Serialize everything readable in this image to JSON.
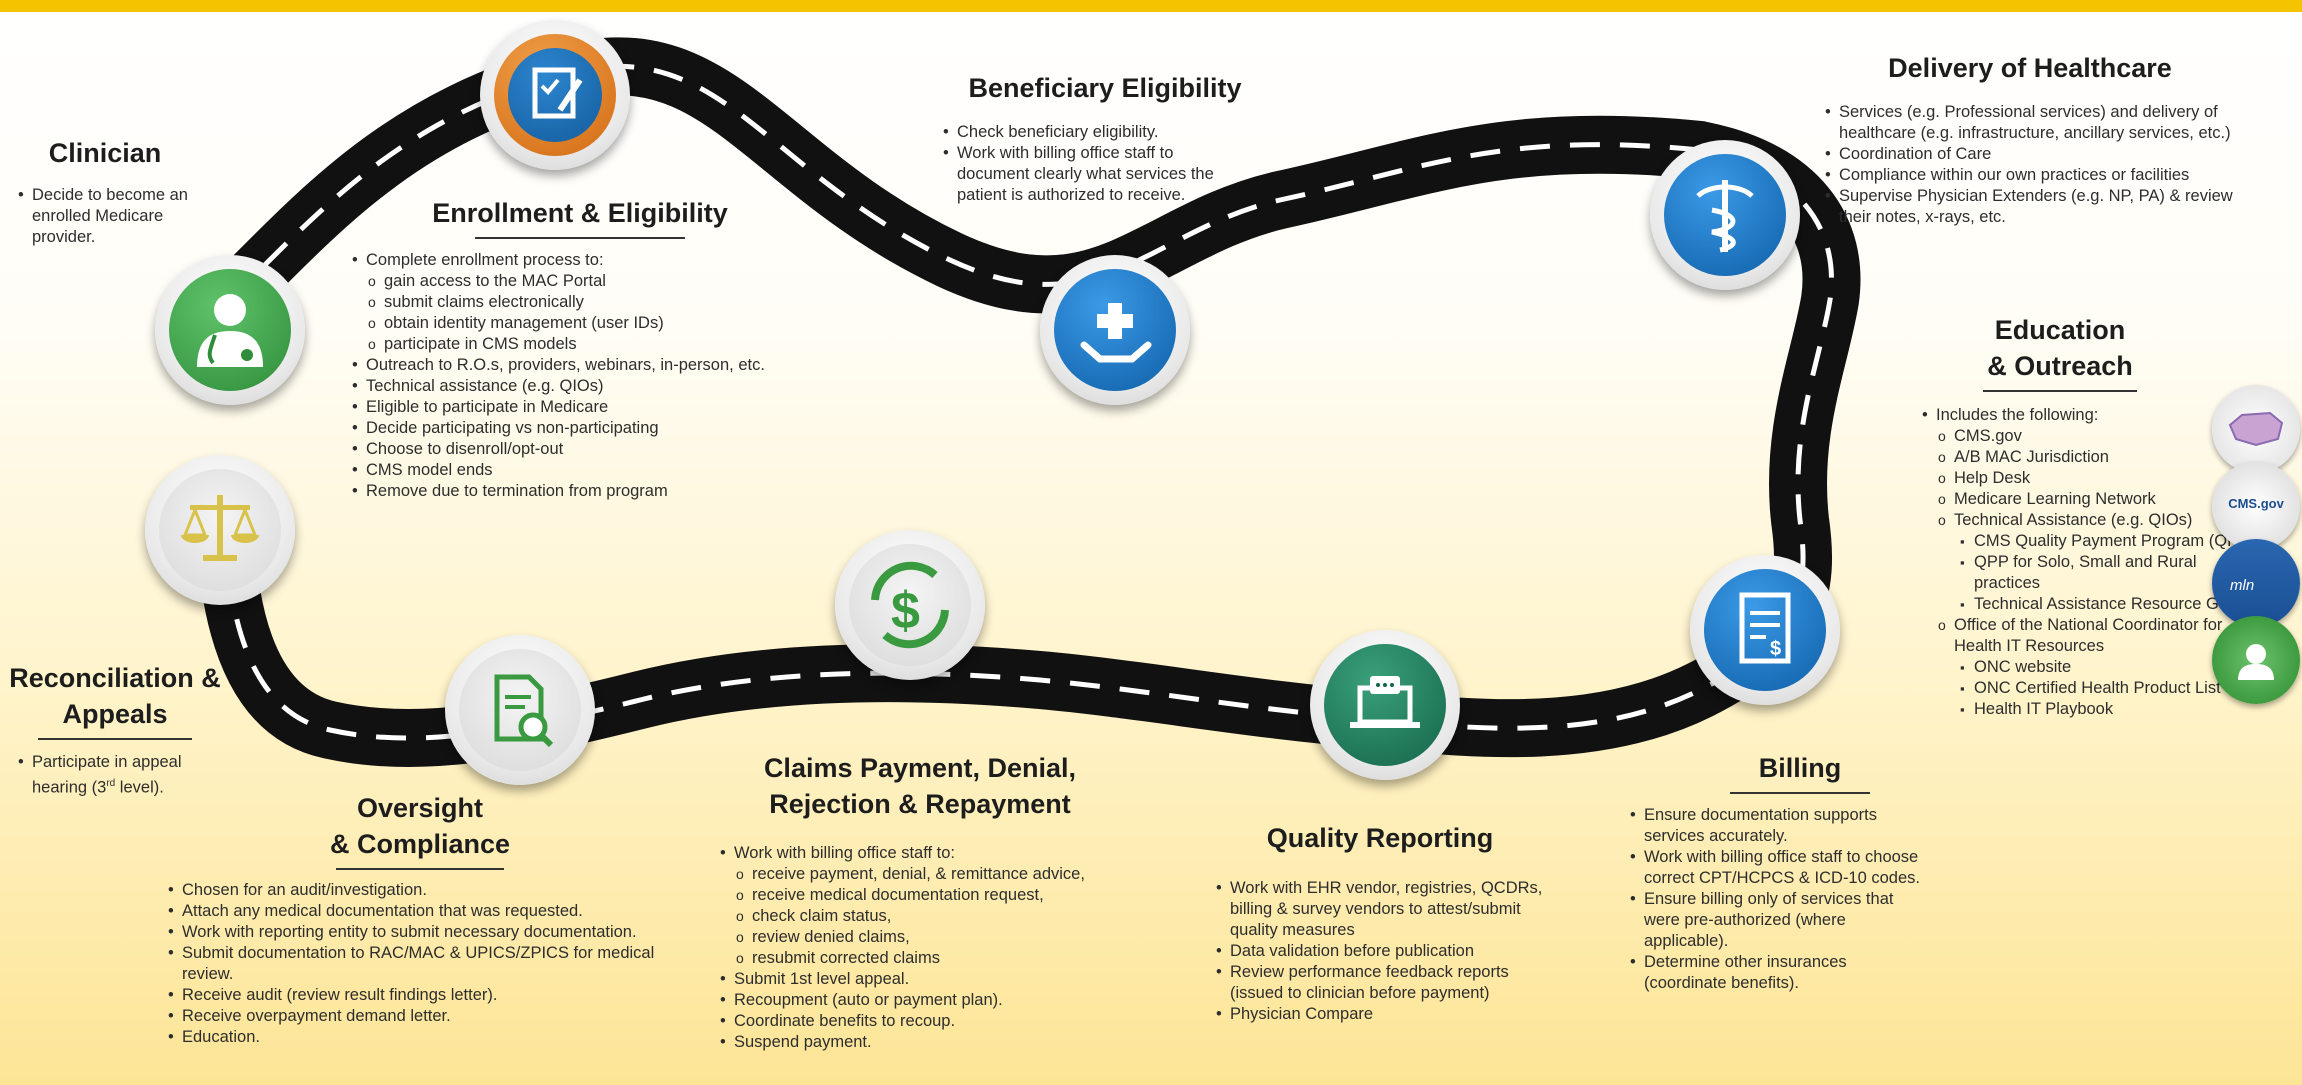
{
  "stages": {
    "clinician": {
      "title": "Clinician",
      "items": [
        "Decide to become an enrolled Medicare provider."
      ]
    },
    "enrollment": {
      "title": "Enrollment & Eligibility",
      "items": [
        {
          "text": "Complete enrollment process to:",
          "level": 0
        },
        {
          "text": "gain access to the MAC Portal",
          "level": 1
        },
        {
          "text": "submit claims electronically",
          "level": 1
        },
        {
          "text": "obtain identity management (user IDs)",
          "level": 1
        },
        {
          "text": "participate in CMS models",
          "level": 1
        },
        {
          "text": "Outreach to R.O.s, providers, webinars, in-person, etc.",
          "level": 0
        },
        {
          "text": "Technical assistance    (e.g. QIOs)",
          "level": 0
        },
        {
          "text": "Eligible to participate in Medicare",
          "level": 0
        },
        {
          "text": "Decide participating vs non-participating",
          "level": 0
        },
        {
          "text": "Choose to disenroll/opt-out",
          "level": 0
        },
        {
          "text": "CMS model ends",
          "level": 0
        },
        {
          "text": "Remove due to termination from program",
          "level": 0
        }
      ]
    },
    "beneficiary": {
      "title": "Beneficiary Eligibility",
      "items": [
        {
          "text": "Check beneficiary eligibility.",
          "level": 0
        },
        {
          "text": "Work with billing office staff to document clearly what services the patient is authorized to receive.",
          "level": 0
        }
      ]
    },
    "delivery": {
      "title": "Delivery of Healthcare",
      "items": [
        {
          "text": "Services (e.g. Professional services) and delivery of healthcare (e.g. infrastructure, ancillary services, etc.)",
          "level": 0
        },
        {
          "text": "Coordination of Care",
          "level": 0
        },
        {
          "text": "Compliance within our own practices or facilities",
          "level": 0
        },
        {
          "text": "Supervise Physician Extenders (e.g. NP, PA) & review their notes, x-rays, etc.",
          "level": 0
        }
      ]
    },
    "education": {
      "title_line1": "Education",
      "title_line2": "& Outreach",
      "items": [
        {
          "text": "Includes the following:",
          "level": 0
        },
        {
          "text": "CMS.gov",
          "level": 1
        },
        {
          "text": "A/B MAC Jurisdiction",
          "level": 1
        },
        {
          "text": "Help Desk",
          "level": 1
        },
        {
          "text": "Medicare Learning Network",
          "level": 1
        },
        {
          "text": "Technical Assistance (e.g. QIOs)",
          "level": 1
        },
        {
          "text": "CMS Quality Payment Program (QPP)",
          "level": 2
        },
        {
          "text": "QPP for Solo, Small and Rural practices",
          "level": 2
        },
        {
          "text": "Technical Assistance Resource Guide",
          "level": 2
        },
        {
          "text": "Office of the National Coordinator for Health IT Resources",
          "level": 1
        },
        {
          "text": "ONC website",
          "level": 2
        },
        {
          "text": "ONC Certified Health Product List",
          "level": 2
        },
        {
          "text": "Health IT Playbook",
          "level": 2
        }
      ],
      "logos": {
        "cms": "CMS.gov",
        "mln": "mln"
      }
    },
    "billing": {
      "title": "Billing",
      "items": [
        {
          "text": "Ensure documentation supports services accurately.",
          "level": 0
        },
        {
          "text": "Work with billing office staff to choose correct CPT/HCPCS & ICD-10 codes.",
          "level": 0
        },
        {
          "text": "Ensure billing only of services that were pre-authorized (where applicable).",
          "level": 0
        },
        {
          "text": "Determine other insurances (coordinate benefits).",
          "level": 0
        }
      ]
    },
    "quality": {
      "title": "Quality Reporting",
      "items": [
        {
          "text": "Work with EHR vendor, registries, QCDRs, billing & survey vendors to attest/submit quality measures",
          "level": 0
        },
        {
          "text": "Data validation before publication",
          "level": 0
        },
        {
          "text": "Review performance feedback reports (issued to clinician before payment)",
          "level": 0
        },
        {
          "text": "Physician Compare",
          "level": 0
        }
      ]
    },
    "claims": {
      "title_line1": "Claims Payment, Denial,",
      "title_line2": "Rejection & Repayment",
      "items": [
        {
          "text": "Work with billing office staff to:",
          "level": 0
        },
        {
          "text": "receive payment, denial, & remittance advice,",
          "level": 1
        },
        {
          "text": "receive medical documentation request,",
          "level": 1
        },
        {
          "text": "check claim status,",
          "level": 1
        },
        {
          "text": "review denied claims,",
          "level": 1
        },
        {
          "text": "resubmit corrected claims",
          "level": 1
        },
        {
          "text": "Submit 1st level appeal.",
          "level": 0
        },
        {
          "text": "Recoupment (auto or payment plan).",
          "level": 0
        },
        {
          "text": "Coordinate benefits to recoup.",
          "level": 0
        },
        {
          "text": "Suspend payment.",
          "level": 0
        }
      ]
    },
    "oversight": {
      "title_line1": "Oversight",
      "title_line2": "& Compliance",
      "items": [
        {
          "text": "Chosen for an audit/investigation.",
          "level": 0
        },
        {
          "text": "Attach any medical documentation that was requested.",
          "level": 0
        },
        {
          "text": "Work with reporting entity to submit necessary documentation.",
          "level": 0
        },
        {
          "text": "Submit documentation to RAC/MAC & UPICS/ZPICS for medical review.",
          "level": 0
        },
        {
          "text": "Receive audit (review result findings letter).",
          "level": 0
        },
        {
          "text": "Receive overpayment demand letter.",
          "level": 0
        },
        {
          "text": "Education.",
          "level": 0
        }
      ]
    },
    "reconciliation": {
      "title_line1": "Reconciliation &",
      "title_line2": "Appeals",
      "items": [
        {
          "text": "Participate in appeal hearing (3rd level).",
          "level": 0
        }
      ]
    }
  },
  "colors": {
    "banner": "#f4c400",
    "road": "#111111",
    "dash": "#ffffff",
    "blue": "#1273c4",
    "green": "#2f8c3a",
    "orange": "#e07a1f",
    "gold": "#d9c24a"
  },
  "icons": {
    "clinician": "doctor-icon",
    "enrollment": "checklist-icon",
    "beneficiary": "hand-plus-icon",
    "delivery": "caduceus-icon",
    "billing": "invoice-icon",
    "quality": "laptop-chat-icon",
    "claims": "dollar-cycle-icon",
    "oversight": "document-search-icon",
    "reconciliation": "scales-icon"
  }
}
